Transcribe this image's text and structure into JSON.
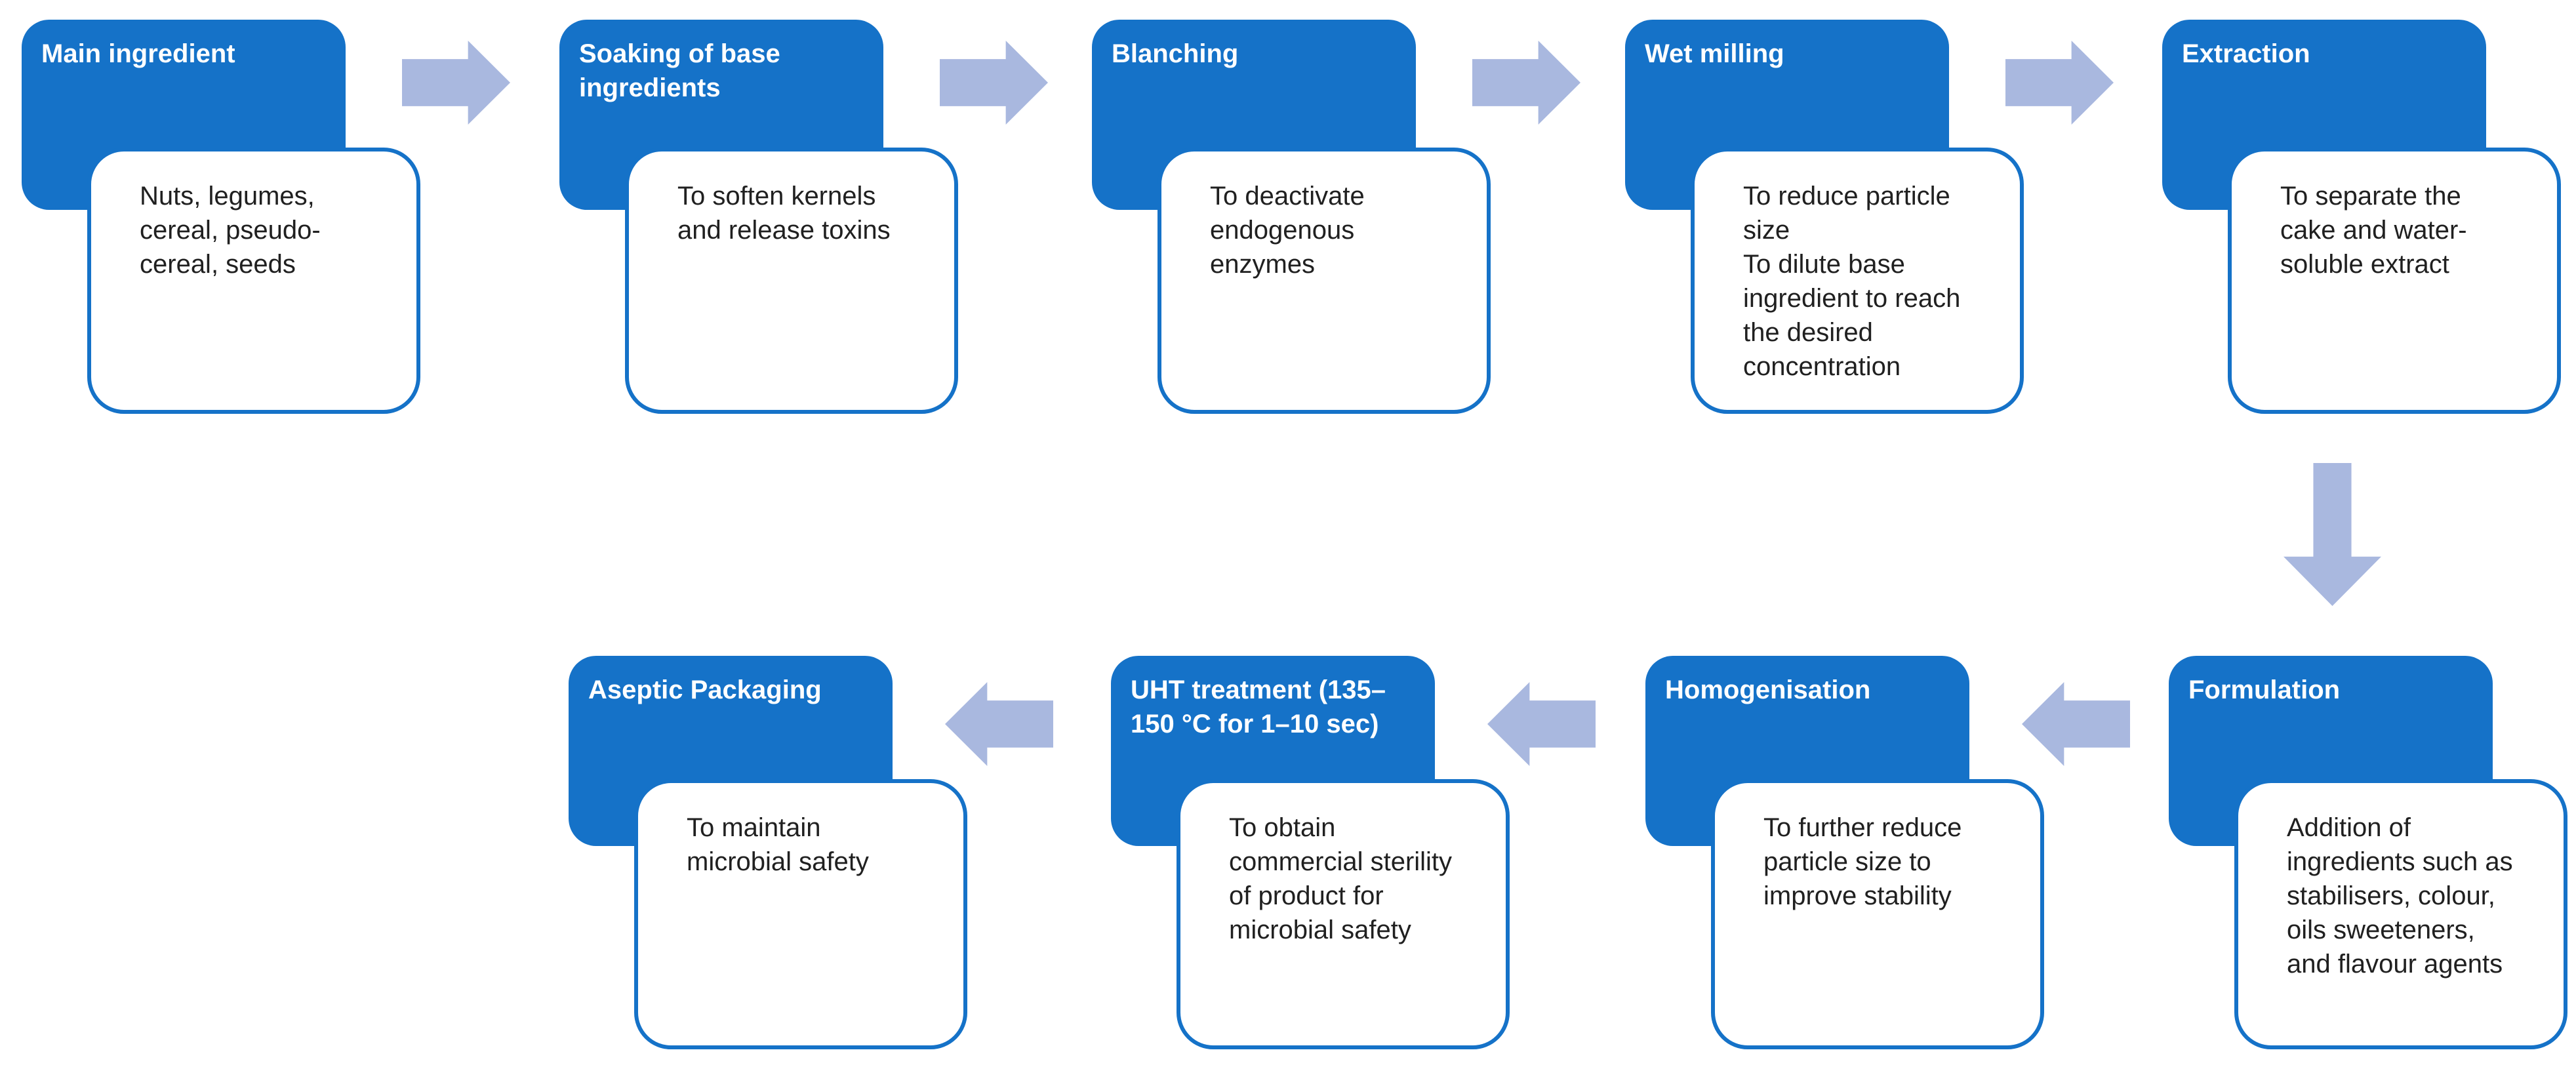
{
  "colors": {
    "box_blue": "#1572C8",
    "arrow_blue": "#A9B8DF",
    "body_text": "#202020",
    "title_text": "#FFFFFF"
  },
  "steps": [
    {
      "id": "main-ingredient",
      "title": "Main ingredient",
      "description": "Nuts, legumes,\ncereal, pseudo-\ncereal, seeds"
    },
    {
      "id": "soaking",
      "title": "Soaking of base\ningredients",
      "description": "To soften kernels\nand release toxins"
    },
    {
      "id": "blanching",
      "title": "Blanching",
      "description": "To deactivate\nendogenous\nenzymes"
    },
    {
      "id": "wet-milling",
      "title": "Wet milling",
      "description": "To reduce particle\nsize\nTo dilute base\ningredient to reach\nthe desired\nconcentration"
    },
    {
      "id": "extraction",
      "title": "Extraction",
      "description": "To separate the\ncake and water-\nsoluble extract"
    },
    {
      "id": "formulation",
      "title": "Formulation",
      "description": "Addition of\ningredients such as\nstabilisers, colour,\noils sweeteners,\nand flavour agents"
    },
    {
      "id": "homogenisation",
      "title": "Homogenisation",
      "description": "To further reduce\nparticle size to\nimprove stability"
    },
    {
      "id": "uht-treatment",
      "title": "UHT treatment   (135–\n150 °C for 1–10 sec)",
      "description": "To obtain\ncommercial sterility\nof product for\nmicrobial safety"
    },
    {
      "id": "aseptic-packaging",
      "title": "Aseptic Packaging",
      "description": "To maintain\nmicrobial safety"
    }
  ],
  "arrows": [
    {
      "direction": "right",
      "from": "Main ingredient",
      "to": "Soaking of base ingredients"
    },
    {
      "direction": "right",
      "from": "Soaking of base ingredients",
      "to": "Blanching"
    },
    {
      "direction": "right",
      "from": "Blanching",
      "to": "Wet milling"
    },
    {
      "direction": "right",
      "from": "Wet milling",
      "to": "Extraction"
    },
    {
      "direction": "down",
      "from": "Extraction",
      "to": "Formulation"
    },
    {
      "direction": "left",
      "from": "Formulation",
      "to": "Homogenisation"
    },
    {
      "direction": "left",
      "from": "Homogenisation",
      "to": "UHT treatment"
    },
    {
      "direction": "left",
      "from": "UHT treatment",
      "to": "Aseptic Packaging"
    }
  ]
}
